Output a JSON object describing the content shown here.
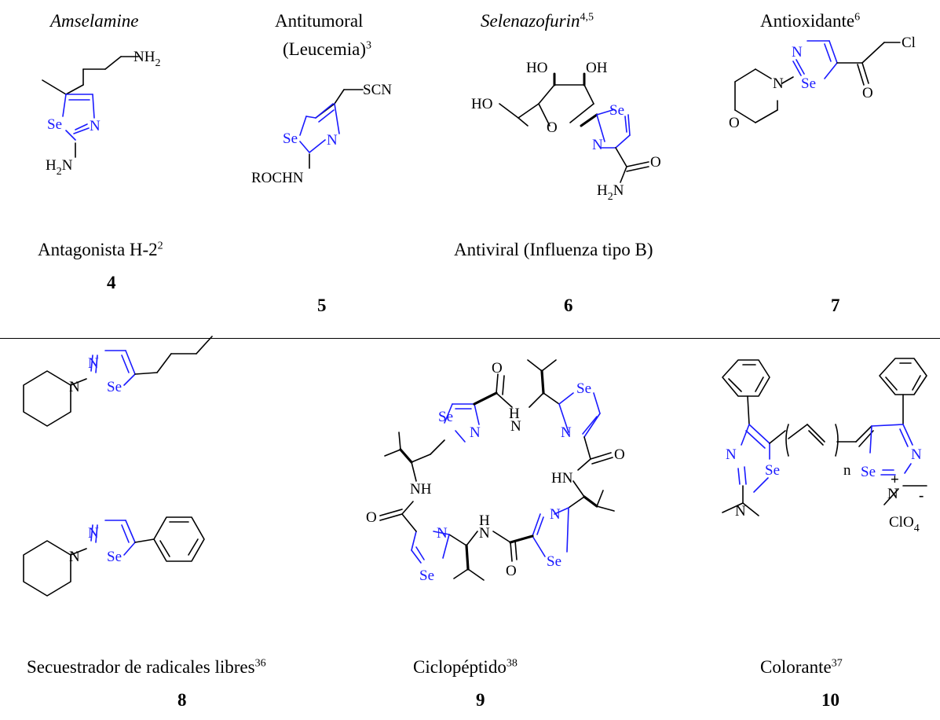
{
  "top": {
    "c4": {
      "name": "Amselamine",
      "activity": "Antagonista H-2",
      "activity_ref": "2",
      "number": "4"
    },
    "c5": {
      "activity_line1": "Antitumoral",
      "activity_line2": "(Leucemia)",
      "activity_ref": "3",
      "number": "5"
    },
    "c6": {
      "name": "Selenazofurin",
      "name_ref": "4,5",
      "number": "6"
    },
    "c7": {
      "activity": "Antioxidante",
      "activity_ref": "6",
      "number": "7"
    },
    "shared_activity": "Antiviral (Influenza tipo B)"
  },
  "bottom": {
    "c8": {
      "activity": "Secuestrador de radicales libres",
      "activity_ref": "36",
      "number": "8"
    },
    "c9": {
      "activity": "Ciclopéptido",
      "activity_ref": "38",
      "number": "9"
    },
    "c10": {
      "activity": "Colorante",
      "activity_ref": "37",
      "number": "10"
    }
  },
  "atoms": {
    "se": "Se",
    "n": "N",
    "nh2": "NH",
    "sub2": "2",
    "h2n": "H",
    "scn": "SCN",
    "rochn": "ROCHN",
    "ho": "HO",
    "oh": "OH",
    "o": "O",
    "cl": "Cl",
    "nh": "NH",
    "hn": "HN",
    "h": "H",
    "n_sub": "n",
    "clo4": "ClO",
    "sub4": "4",
    "plus": "+",
    "minus": "-"
  },
  "colors": {
    "heteroring": "#1a1aff",
    "text": "#000000"
  }
}
